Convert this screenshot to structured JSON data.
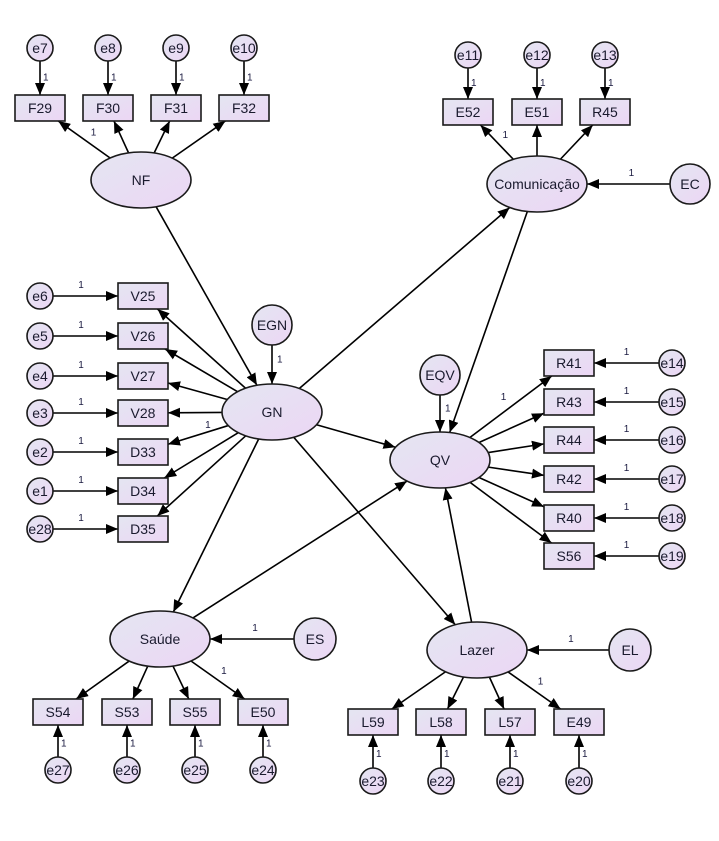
{
  "title": "SEM path diagram",
  "colors": {
    "fill_start": "#e4e6f2",
    "fill_end": "#ecd6f4",
    "stroke": "#1a1a1a"
  },
  "latent_factors": [
    {
      "id": "NF",
      "label": "NF"
    },
    {
      "id": "Comunicacao",
      "label": "Comunicação"
    },
    {
      "id": "GN",
      "label": "GN"
    },
    {
      "id": "QV",
      "label": "QV"
    },
    {
      "id": "Saude",
      "label": "Saúde"
    },
    {
      "id": "Lazer",
      "label": "Lazer"
    }
  ],
  "disturbances": [
    {
      "id": "EC",
      "label": "EC",
      "target": "Comunicacao",
      "weight": "1"
    },
    {
      "id": "EGN",
      "label": "EGN",
      "target": "GN",
      "weight": "1"
    },
    {
      "id": "EQV",
      "label": "EQV",
      "target": "QV",
      "weight": "1"
    },
    {
      "id": "ES",
      "label": "ES",
      "target": "Saude",
      "weight": "1"
    },
    {
      "id": "EL",
      "label": "EL",
      "target": "Lazer",
      "weight": "1"
    }
  ],
  "indicators": [
    {
      "id": "F29",
      "label": "F29",
      "factor": "NF",
      "error": "e7",
      "loading": "1"
    },
    {
      "id": "F30",
      "label": "F30",
      "factor": "NF",
      "error": "e8",
      "loading": ""
    },
    {
      "id": "F31",
      "label": "F31",
      "factor": "NF",
      "error": "e9",
      "loading": ""
    },
    {
      "id": "F32",
      "label": "F32",
      "factor": "NF",
      "error": "e10",
      "loading": ""
    },
    {
      "id": "E52",
      "label": "E52",
      "factor": "Comunicacao",
      "error": "e11",
      "loading": "1"
    },
    {
      "id": "E51",
      "label": "E51",
      "factor": "Comunicacao",
      "error": "e12",
      "loading": ""
    },
    {
      "id": "R45",
      "label": "R45",
      "factor": "Comunicacao",
      "error": "e13",
      "loading": ""
    },
    {
      "id": "V25",
      "label": "V25",
      "factor": "GN",
      "error": "e6",
      "loading": ""
    },
    {
      "id": "V26",
      "label": "V26",
      "factor": "GN",
      "error": "e5",
      "loading": ""
    },
    {
      "id": "V27",
      "label": "V27",
      "factor": "GN",
      "error": "e4",
      "loading": ""
    },
    {
      "id": "V28",
      "label": "V28",
      "factor": "GN",
      "error": "e3",
      "loading": ""
    },
    {
      "id": "D33",
      "label": "D33",
      "factor": "GN",
      "error": "e2",
      "loading": "1"
    },
    {
      "id": "D34",
      "label": "D34",
      "factor": "GN",
      "error": "e1",
      "loading": ""
    },
    {
      "id": "D35",
      "label": "D35",
      "factor": "GN",
      "error": "e28",
      "loading": ""
    },
    {
      "id": "R41",
      "label": "R41",
      "factor": "QV",
      "error": "e14",
      "loading": "1"
    },
    {
      "id": "R43",
      "label": "R43",
      "factor": "QV",
      "error": "e15",
      "loading": ""
    },
    {
      "id": "R44",
      "label": "R44",
      "factor": "QV",
      "error": "e16",
      "loading": ""
    },
    {
      "id": "R42",
      "label": "R42",
      "factor": "QV",
      "error": "e17",
      "loading": ""
    },
    {
      "id": "R40",
      "label": "R40",
      "factor": "QV",
      "error": "e18",
      "loading": ""
    },
    {
      "id": "S56",
      "label": "S56",
      "factor": "QV",
      "error": "e19",
      "loading": ""
    },
    {
      "id": "S54",
      "label": "S54",
      "factor": "Saude",
      "error": "e27",
      "loading": ""
    },
    {
      "id": "S53",
      "label": "S53",
      "factor": "Saude",
      "error": "e26",
      "loading": ""
    },
    {
      "id": "S55",
      "label": "S55",
      "factor": "Saude",
      "error": "e25",
      "loading": ""
    },
    {
      "id": "E50",
      "label": "E50",
      "factor": "Saude",
      "error": "e24",
      "loading": "1"
    },
    {
      "id": "L59",
      "label": "L59",
      "factor": "Lazer",
      "error": "e23",
      "loading": ""
    },
    {
      "id": "L58",
      "label": "L58",
      "factor": "Lazer",
      "error": "e22",
      "loading": ""
    },
    {
      "id": "L57",
      "label": "L57",
      "factor": "Lazer",
      "error": "e21",
      "loading": ""
    },
    {
      "id": "E49",
      "label": "E49",
      "factor": "Lazer",
      "error": "e20",
      "loading": "1"
    }
  ],
  "error_weight": "1",
  "structural_paths": [
    {
      "from": "NF",
      "to": "GN"
    },
    {
      "from": "GN",
      "to": "Comunicacao"
    },
    {
      "from": "Comunicacao",
      "to": "QV"
    },
    {
      "from": "GN",
      "to": "QV"
    },
    {
      "from": "GN",
      "to": "Saude"
    },
    {
      "from": "GN",
      "to": "Lazer"
    },
    {
      "from": "Saude",
      "to": "QV"
    },
    {
      "from": "Lazer",
      "to": "QV"
    }
  ]
}
